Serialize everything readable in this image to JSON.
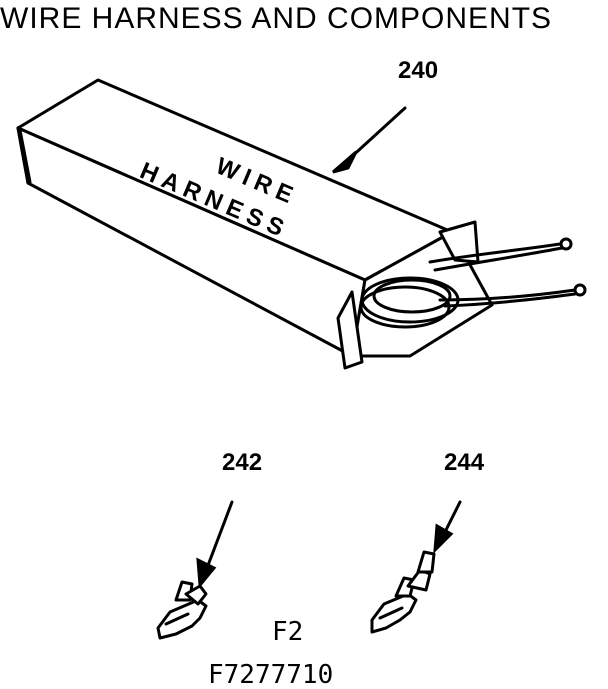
{
  "title": "WIRE  HARNESS AND  COMPONENTS",
  "parts": [
    {
      "number": "240",
      "box_label_line1": "WIRE",
      "box_label_line2": "HARNESS"
    },
    {
      "number": "242"
    },
    {
      "number": "244"
    }
  ],
  "figure_id": "F2",
  "drawing_code": "F7277710"
}
